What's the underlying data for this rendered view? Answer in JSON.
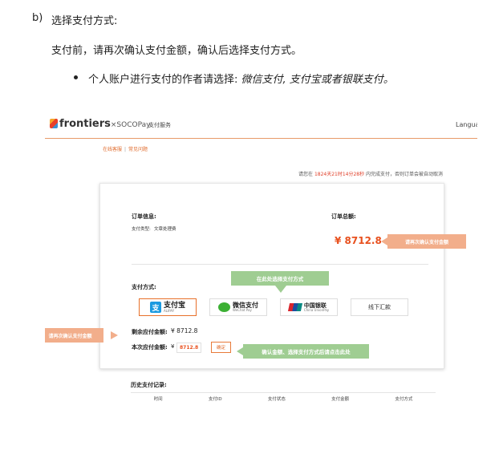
{
  "doc": {
    "heading_marker": "b)",
    "heading": "选择支付方式:",
    "paragraph": "支付前，请再次确认支付金额，确认后选择支付方式。",
    "bullet_prefix": "个人账户进行支付的作者请选择: ",
    "bullet_italic": "微信支付, 支付宝或者银联支付。"
  },
  "screenshot": {
    "logo_main": "frontiers",
    "logo_suffix": "×SOCOPay",
    "nav_service": "支付服务",
    "language": "Languag",
    "links": [
      "在线客服",
      "常见问题"
    ],
    "link_separator": "|",
    "notice_prefix": "请您在",
    "notice_time": "1824天21时14分28秒",
    "notice_suffix": "内完成支付，否则订单会被自动取消",
    "order_info_label": "订单信息:",
    "pay_type_label": "支付类型:",
    "pay_type_value": "文章处理费",
    "order_total_label": "订单总额:",
    "order_total_value": "¥ 8712.8",
    "callout_confirm_amount_right": "请再次确认支付金额",
    "callout_select_method": "在此处选择支付方式",
    "payment_method_label": "支付方式:",
    "payment_options": [
      {
        "name": "支付宝",
        "sub": "ALIPAY",
        "icon": "alipay-icon"
      },
      {
        "name": "微信支付",
        "sub": "WeChat Pay",
        "icon": "wechat-icon"
      },
      {
        "name": "中国银联",
        "sub": "China UnionPay",
        "icon": "unionpay-icon"
      },
      {
        "name": "线下汇款"
      }
    ],
    "callout_confirm_amount_left": "请再次确认支付金额",
    "remaining_label": "剩余应付金额:",
    "remaining_value": "¥ 8712.8",
    "current_label": "本次应付金额:",
    "current_currency": "¥",
    "current_value": "8712.8",
    "confirm_button": "确定",
    "callout_click_here": "确认金额、选择支付方式后请点击此处",
    "history_label": "历史支付记录:",
    "history_columns": [
      "时间",
      "支付ID",
      "支付状态",
      "支付金额",
      "支付方式"
    ]
  },
  "colors": {
    "accent_orange": "#e8501e",
    "callout_orange": "#f2ae8b",
    "callout_green": "#9fcd92",
    "alipay_blue": "#1a9ae0",
    "wechat_green": "#3cb034"
  }
}
